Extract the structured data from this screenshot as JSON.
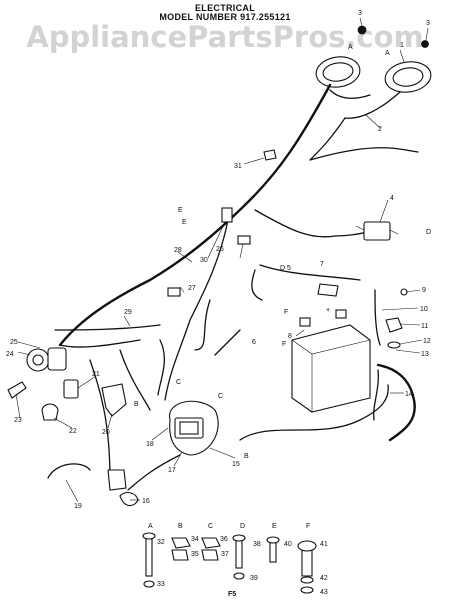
{
  "header": {
    "title": "ELECTRICAL",
    "model": "MODEL NUMBER 917.255121"
  },
  "watermark": "AppliancePartsPros.com",
  "figure_code": "F5",
  "parts": [
    "1",
    "2",
    "3",
    "3",
    "4",
    "5",
    "6",
    "7",
    "8",
    "9",
    "10",
    "11",
    "12",
    "13",
    "14",
    "15",
    "16",
    "17",
    "18",
    "19",
    "20",
    "21",
    "22",
    "23",
    "24",
    "25",
    "26",
    "27",
    "28",
    "29",
    "30",
    "31",
    "32",
    "33",
    "34",
    "35",
    "36",
    "37",
    "38",
    "39",
    "40",
    "41",
    "42",
    "43"
  ],
  "letters": [
    "A",
    "A",
    "B",
    "B",
    "C",
    "C",
    "D",
    "D",
    "E",
    "E",
    "F",
    "F",
    "A",
    "B",
    "C",
    "D",
    "E",
    "F"
  ],
  "symbols": {
    "plus": "+"
  }
}
